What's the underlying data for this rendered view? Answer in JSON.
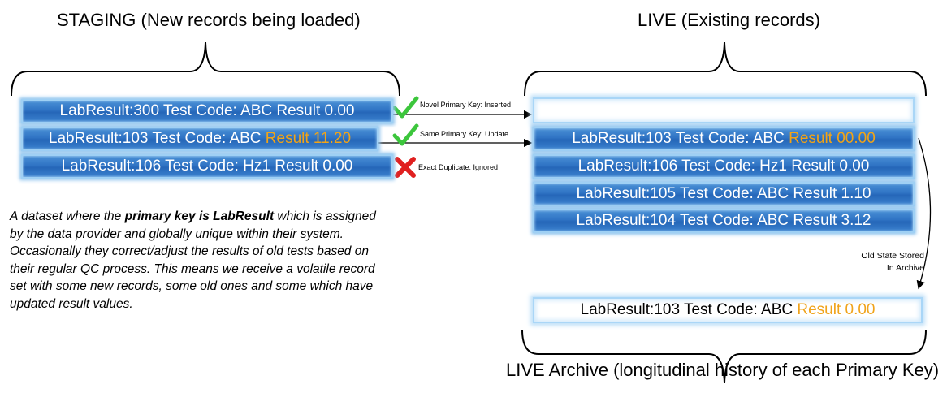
{
  "staging": {
    "title": "STAGING (New records being loaded)",
    "records": [
      {
        "text": "LabResult:300 Test Code: ABC Result 0.00",
        "highlight": ""
      },
      {
        "text": "LabResult:103 Test Code: ABC ",
        "highlight": "Result 11.20"
      },
      {
        "text": "LabResult:106 Test Code: Hz1 Result 0.00",
        "highlight": ""
      }
    ]
  },
  "live": {
    "title": "LIVE (Existing records)",
    "records": [
      {
        "text": "",
        "highlight": ""
      },
      {
        "text": "LabResult:103 Test Code: ABC ",
        "highlight": "Result 00.00"
      },
      {
        "text": "LabResult:106 Test Code: Hz1 Result 0.00",
        "highlight": ""
      },
      {
        "text": "LabResult:105 Test Code: ABC Result 1.10",
        "highlight": ""
      },
      {
        "text": "LabResult:104 Test Code: ABC Result 3.12",
        "highlight": ""
      }
    ]
  },
  "archive": {
    "title": "LIVE Archive (longitudinal history of each Primary Key)",
    "record": {
      "text": "LabResult:103 Test Code: ABC ",
      "highlight": "Result 0.00"
    },
    "arrow_label_line1": "Old State Stored",
    "arrow_label_line2": "In Archive"
  },
  "actions": [
    {
      "label": "Novel Primary Key: Inserted",
      "icon": "check-icon"
    },
    {
      "label": "Same Primary Key: Update",
      "icon": "check-icon"
    },
    {
      "label": "Exact Duplicate: Ignored",
      "icon": "cross-icon"
    }
  ],
  "description": {
    "pre": "A dataset where the ",
    "bold": "primary key is LabResult",
    "post": " which is assigned by the data provider and globally unique within their system.  Occasionally they correct/adjust the results of old tests based on their regular QC process.  This means we receive a volatile record set with some new records, some old ones and some which have updated result values."
  },
  "colors": {
    "record_fill": "#2f73c4",
    "record_glow": "#9fd0f4",
    "highlight": "#f2a416",
    "check": "#3cc63c",
    "cross": "#e02020"
  }
}
